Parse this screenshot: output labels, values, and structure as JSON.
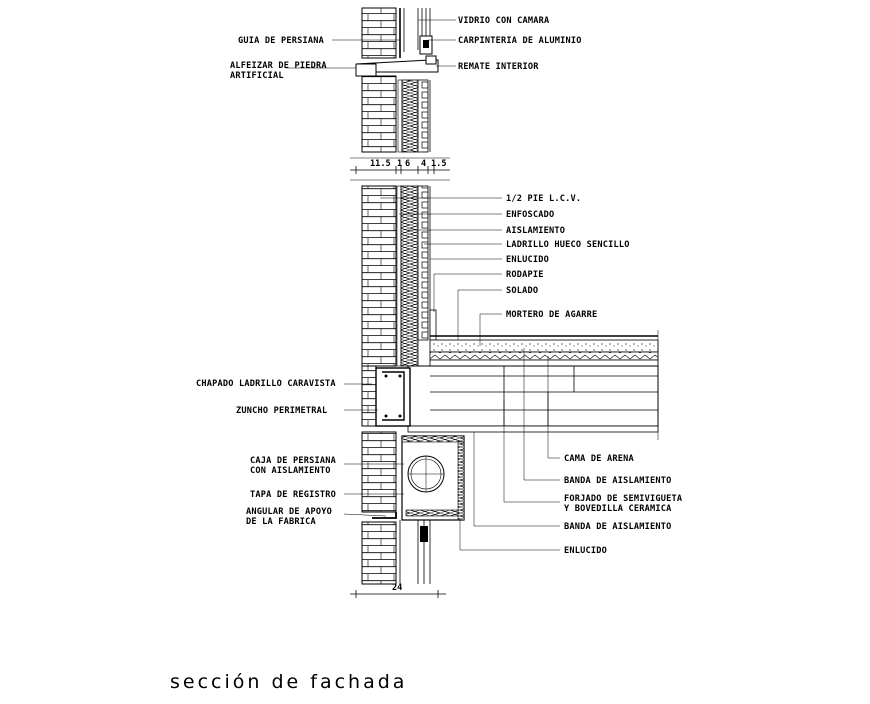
{
  "title": "sección de fachada",
  "labels_left": {
    "guia_persiana": "GUIA DE PERSIANA",
    "alfeizar_1": "ALFEIZAR DE PIEDRA",
    "alfeizar_2": "ARTIFICIAL",
    "chapado": "CHAPADO LADRILLO CARAVISTA",
    "zuncho": "ZUNCHO PERIMETRAL",
    "caja_1": "CAJA DE PERSIANA",
    "caja_2": "CON AISLAMIENTO",
    "tapa": "TAPA DE REGISTRO",
    "angular_1": "ANGULAR DE APOYO",
    "angular_2": "DE LA FABRICA"
  },
  "labels_right": {
    "vidrio": "VIDRIO CON CAMARA",
    "carpinteria": "CARPINTERIA DE ALUMINIO",
    "remate": "REMATE INTERIOR",
    "medio_pie": "1/2 PIE L.C.V.",
    "enfoscado": "ENFOSCADO",
    "aislamiento": "AISLAMIENTO",
    "ladrillo_hueco": "LADRILLO HUECO SENCILLO",
    "enlucido_1": "ENLUCIDO",
    "rodapie": "RODAPIE",
    "solado": "SOLADO",
    "mortero": "MORTERO DE AGARRE",
    "cama_arena": "CAMA DE ARENA",
    "banda_1": "BANDA DE AISLAMIENTO",
    "forjado_1": "FORJADO DE SEMIVIGUETA",
    "forjado_2": "Y BOVEDILLA CERAMICA",
    "banda_2": "BANDA DE AISLAMIENTO",
    "enlucido_2": "ENLUCIDO"
  },
  "dimensions": {
    "d1": "11.5",
    "d2": "1",
    "d3": "6",
    "d4": "4",
    "d5": "1.5",
    "total": "24"
  }
}
